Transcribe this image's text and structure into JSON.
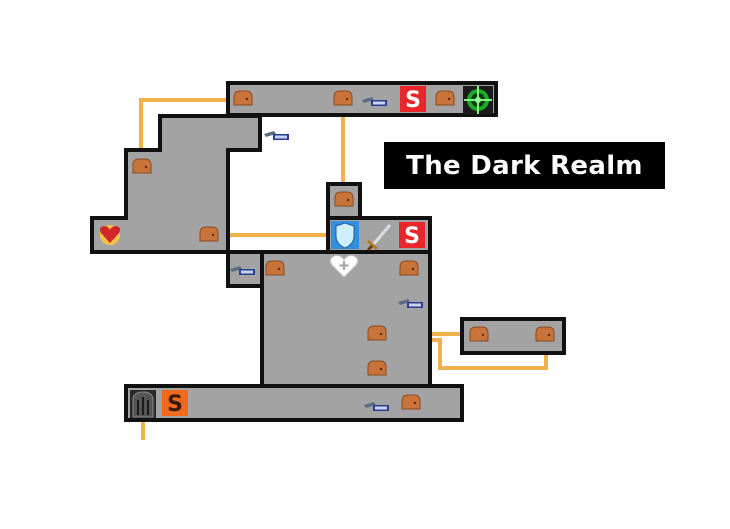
{
  "map": {
    "title": "The Dark Realm",
    "colors": {
      "room_fill": "#a3a3a3",
      "room_border": "#111111",
      "connector": "#f2b24a",
      "door": "#c8733a",
      "save_red": "#e8262b",
      "save_orange": "#f06a1e",
      "warp_green": "#1faa2a",
      "shield_blue": "#2f8fe0",
      "background": "#ffffff"
    },
    "icons": {
      "save_red_label": "S",
      "save_orange_label": "S"
    },
    "icon_names": [
      "door-icon",
      "save-point-icon",
      "warp-point-icon",
      "shield-icon",
      "sword-icon",
      "heart-container-icon",
      "heart-gem-icon",
      "boss-gate-icon",
      "map-scroll-icon"
    ]
  }
}
